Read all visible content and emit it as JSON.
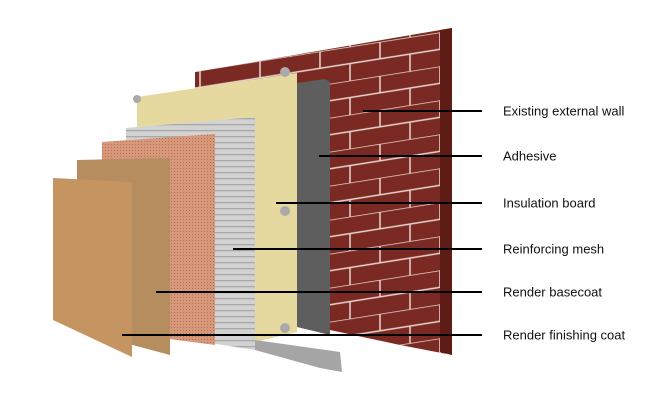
{
  "labels": [
    "Existing external wall",
    "Adhesive",
    "Insulation board",
    "Reinforcing mesh",
    "Render basecoat",
    "Render finishing coat"
  ],
  "colors": {
    "brick": "#7a2a22",
    "mortar": "#e8d6d2",
    "adhesive": "#5e5e5e",
    "insulation": "#e6d9a0",
    "mesh": "#c9c9c9",
    "mesh_pink": "#d6977a",
    "basecoat": "#b58d5e",
    "finish": "#c49560"
  }
}
